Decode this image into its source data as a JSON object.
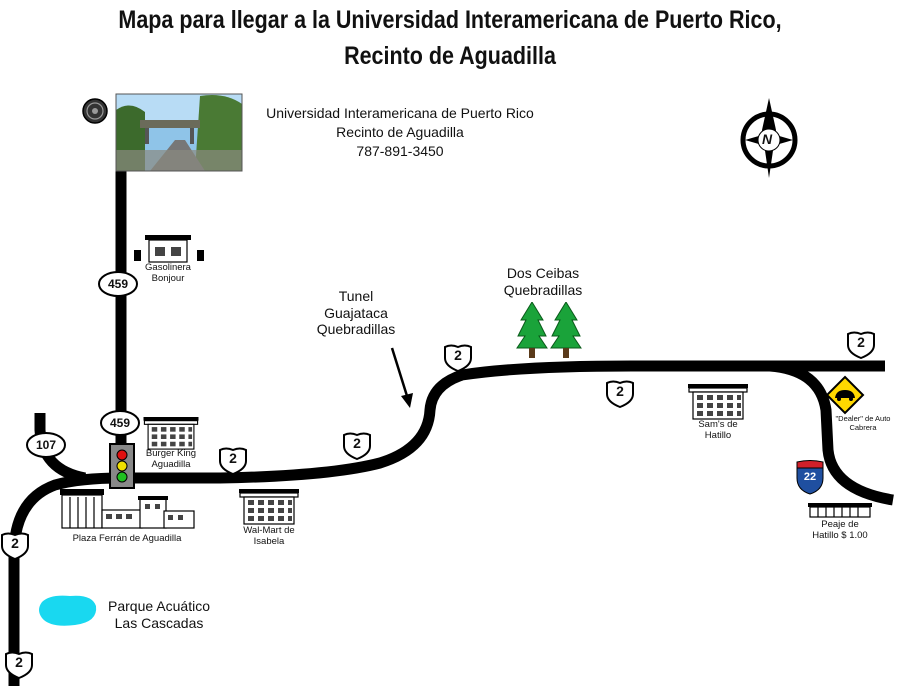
{
  "title": {
    "line1": "Mapa para llegar a la Universidad Interamericana de Puerto Rico,",
    "line2": "Recinto de Aguadilla"
  },
  "university": {
    "name": "Universidad Interamericana de Puerto Rico",
    "campus": "Recinto de Aguadilla",
    "phone": "787-891-3450"
  },
  "compass": {
    "label": "N"
  },
  "routes": {
    "r459_top": "459",
    "r459_bottom": "459",
    "r107": "107",
    "r2_left_upper": "2",
    "r2_left_lower": "2",
    "r2_a": "2",
    "r2_b": "2",
    "r2_c": "2",
    "r2_d": "2",
    "r2_e": "2",
    "i22": "22"
  },
  "places": {
    "gas_name": "Gasolinera",
    "gas_brand": "Bonjour",
    "bk_name": "Burger King",
    "bk_town": "Aguadilla",
    "plaza": "Plaza Ferrán de Aguadilla",
    "walmart_name": "Wal-Mart de",
    "walmart_town": "Isabela",
    "parque_name": "Parque Acuático",
    "parque_town": "Las Cascadas",
    "tunel_1": "Tunel",
    "tunel_2": "Guajataca",
    "tunel_3": "Quebradillas",
    "ceibas_1": "Dos Ceibas",
    "ceibas_2": "Quebradillas",
    "sams_name": "Sam's de",
    "sams_town": "Hatillo",
    "dealer_name": "\"Dealer\" de Auto",
    "dealer_brand": "Cabrera",
    "peaje_name": "Peaje de",
    "peaje_price": "Hatillo $ 1.00"
  },
  "colors": {
    "road": "#000000",
    "water": "#19d8f0",
    "tree": "#1aa33a",
    "warning_sign": "#ffd800",
    "interstate_blue": "#1f4fa0",
    "interstate_red": "#d0202a",
    "light_red": "#e01010",
    "light_yellow": "#f0e000",
    "light_green": "#20c020"
  }
}
